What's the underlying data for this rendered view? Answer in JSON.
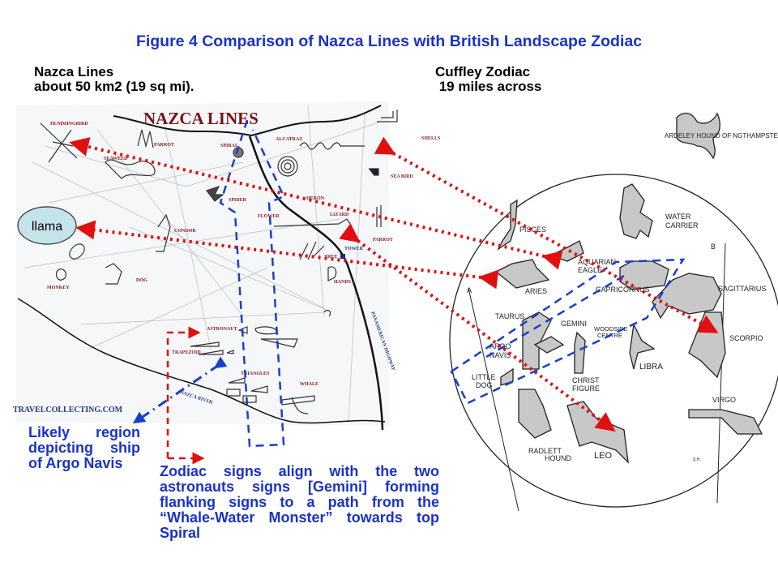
{
  "title": "Figure 4   Comparison of Nazca Lines with British Landscape Zodiac",
  "left_heading": {
    "line1": "Nazca Lines",
    "line2": "about 50 km2 (19 sq mi)."
  },
  "right_heading": {
    "line1": "Cuffley Zodiac",
    "line2": " 19 miles across"
  },
  "nazca_map": {
    "title": "NAZCA LINES",
    "credit": "TRAVELCOLLECTING.COM",
    "labels": {
      "hummingbird": "HUMMINGBIRD",
      "parrot": "PARROT",
      "seaweed": "SEAWEED",
      "spiral": "SPIRAL",
      "alcatraz": "ALCATRAZ",
      "shells": "SHELLS",
      "sea_bird": "SEA BIRD",
      "spider": "SPIDER",
      "flower": "FLOWER",
      "lizard": "LIZARD",
      "parrot2": "PARROT",
      "condor": "CONDOR",
      "tower": "TOWER",
      "tree": "TREE",
      "hands": "HANDS",
      "monkey": "MONKEY",
      "dog": "DOG",
      "astronaut": "ASTRONAUT",
      "trapezoid": "TRAPEZOID",
      "triangles": "TRIANGLES",
      "whale": "WHALE",
      "river": "NAZCA RIVER",
      "highway": "PANAMERICAN HIGHWAY",
      "heron": "HERON"
    },
    "llama_label": "llama"
  },
  "zodiac_map": {
    "labels": {
      "hound": "ARDELEY HOUND OF NGTHAMPSTEAD ZODIAC",
      "water_carrier_1": "WATER",
      "water_carrier_2": "CARRIER",
      "pisces": "PISCES",
      "aquarian_1": "AQUARIAN",
      "aquarian_2": "EAGLE",
      "aries": "ARIES",
      "capricornus": "CAPRICORNUS",
      "sagittarius": "SAGITTARIUS",
      "taurus": "TAURUS",
      "gemini": "GEMINI",
      "woodside_1": "WOODSIDE",
      "woodside_2": "CENTRE",
      "argo_1": "ARGO",
      "argo_2": "NAVIS",
      "little_dog_1": "LITTLE",
      "little_dog_2": "DOG",
      "christ_1": "CHRIST",
      "christ_2": "FIGURE",
      "libra": "LIBRA",
      "scorpio": "SCORPIO",
      "virgo": "VIRGO",
      "radlett_1": "RADLETT",
      "radlett_2": "HOUND",
      "leo": "LEO",
      "a": "A",
      "b": "B",
      "sig": "S.H."
    }
  },
  "notes": {
    "argo": "Likely region depicting ship of Argo Navis",
    "zodiac": "Zodiac signs align with the two astronauts signs [Gemini] forming flanking signs to a path from the “Whale-Water Monster” towards top Spiral"
  },
  "colors": {
    "title": "#1a33c8",
    "arrows": "#e01010",
    "dashes": "#1a3fc8",
    "llama_fill": "#c5e3ea"
  }
}
